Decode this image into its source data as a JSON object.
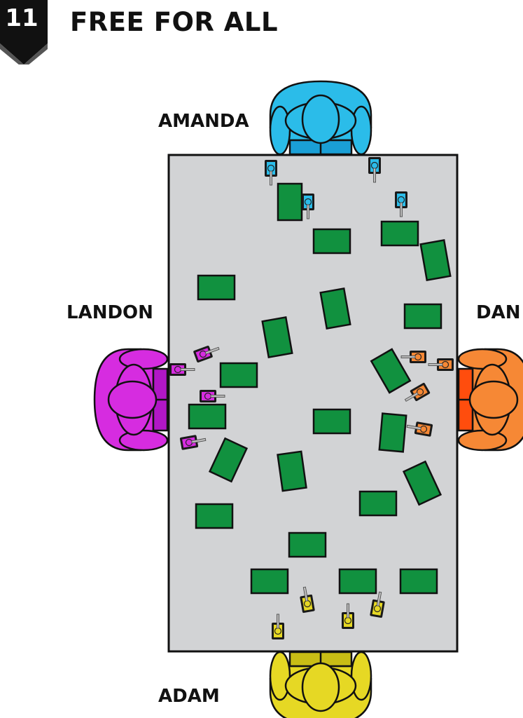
{
  "scenario": {
    "number": "11",
    "title": "FREE FOR ALL"
  },
  "colors": {
    "table": "#d2d3d5",
    "obstacle": "#11913f",
    "amanda": "#2bbce9",
    "amanda_dark": "#1a9fd6",
    "landon": "#d62ce0",
    "landon_dark": "#b117c6",
    "dan": "#f68835",
    "dan_dark": "#ff4d0d",
    "adam": "#e6d824",
    "adam_dark": "#c9bd15",
    "badge": "#111111"
  },
  "players": [
    {
      "id": "amanda",
      "name": "AMANDA"
    },
    {
      "id": "landon",
      "name": "LANDON"
    },
    {
      "id": "dan",
      "name": "DAN"
    },
    {
      "id": "adam",
      "name": "ADAM"
    }
  ],
  "tanks": [
    {
      "player": "amanda",
      "count": 4
    },
    {
      "player": "landon",
      "count": 4
    },
    {
      "player": "dan",
      "count": 4
    },
    {
      "player": "adam",
      "count": 4
    }
  ]
}
